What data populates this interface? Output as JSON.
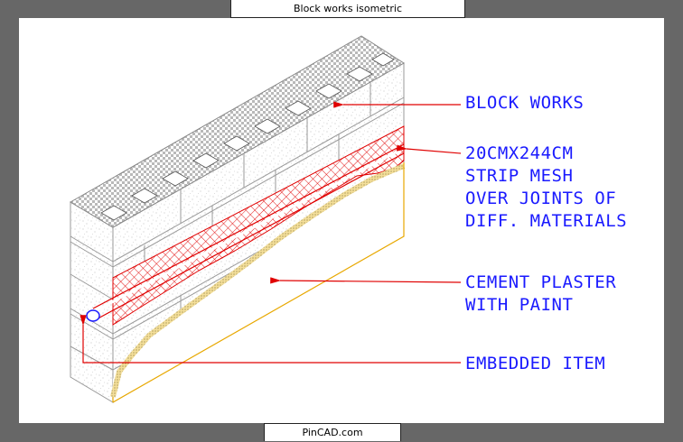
{
  "window": {
    "title": "Block works isometric",
    "footer": "PinCAD.com"
  },
  "labels": {
    "block_works": "BLOCK WORKS",
    "strip_mesh": [
      "20CMX244CM",
      "STRIP MESH",
      "OVER JOINTS OF",
      "DIFF. MATERIALS"
    ],
    "cement_plaster": [
      "CEMENT PLASTER",
      "WITH PAINT"
    ],
    "embedded_item": "EMBEDDED ITEM"
  },
  "colors": {
    "background": "#676767",
    "canvas": "#ffffff",
    "label_text": "#1a1aff",
    "leader": "#e00000",
    "mesh": "#e00000",
    "plaster_edge": "#e8a800",
    "block_lines": "#999999",
    "embedded_pipe": "#1a1aff"
  },
  "icons": {
    "leader_arrow": "arrow-left-icon"
  }
}
